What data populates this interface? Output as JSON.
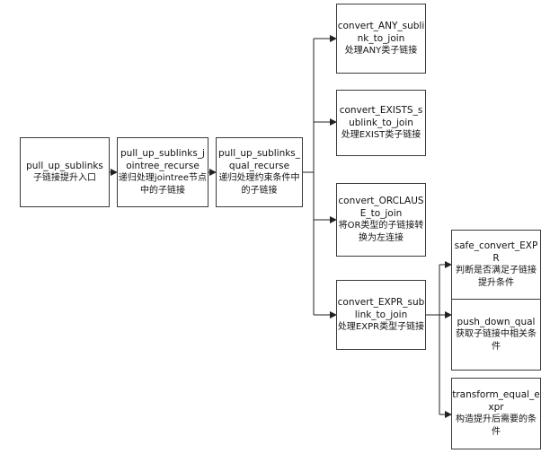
{
  "nodes": {
    "n1": {
      "fn": "pull_up_sublinks",
      "desc": "子链接提升入口"
    },
    "n2": {
      "fn": "pull_up_sublinks_jointree_recurse",
      "desc": "递归处理jointree节点中的子链接"
    },
    "n3": {
      "fn": "pull_up_sublinks_qual_recurse",
      "desc": "递归处理约束条件中的子链接"
    },
    "n4": {
      "fn": "convert_ANY_sublink_to_join",
      "desc": "处理ANY类子链接"
    },
    "n5": {
      "fn": "convert_EXISTS_sublink_to_join",
      "desc": "处理EXIST类子链接"
    },
    "n6": {
      "fn": "convert_ORCLAUSE_to_join",
      "desc": "将OR类型的子链接转换为左连接"
    },
    "n7": {
      "fn": "convert_EXPR_sublink_to_join",
      "desc": "处理EXPR类型子链接"
    },
    "n8": {
      "fn": "safe_convert_EXPR",
      "desc": "判断是否满足子链接提升条件"
    },
    "n9": {
      "fn": "push_down_qual",
      "desc": "获取子链接中相关条件"
    },
    "n10": {
      "fn": "transform_equal_expr",
      "desc": "构造提升后需要的条件"
    }
  }
}
